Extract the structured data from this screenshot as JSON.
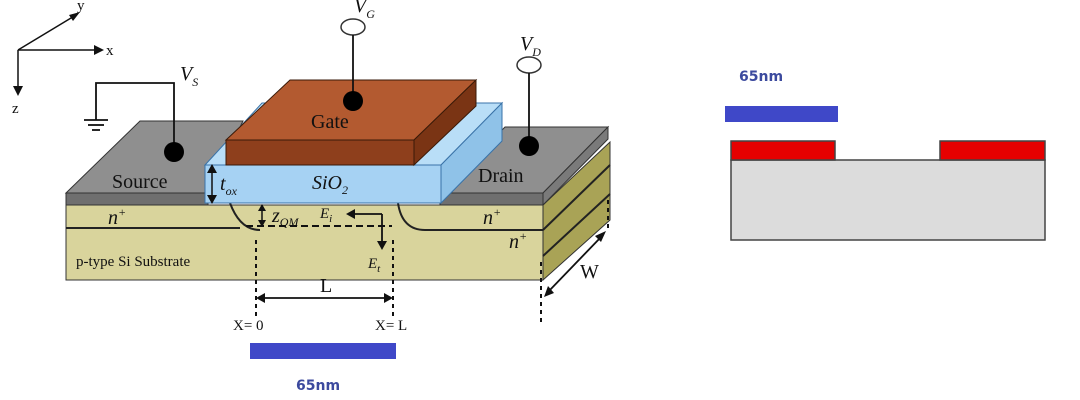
{
  "axes": {
    "x": "x",
    "y": "y",
    "z": "z"
  },
  "terminals": {
    "source_voltage": {
      "symbol": "V",
      "sub": "S"
    },
    "gate_voltage": {
      "symbol": "V",
      "sub": "G"
    },
    "drain_voltage": {
      "symbol": "V",
      "sub": "D"
    }
  },
  "regions": {
    "gate": "Gate",
    "oxide": {
      "main": "SiO",
      "sub": "2"
    },
    "source": "Source",
    "drain": "Drain",
    "substrate": "p-type Si  Substrate",
    "n_plus": {
      "main": "n",
      "sup": "+"
    }
  },
  "dimensions": {
    "tox": {
      "main": "t",
      "sub": "ox"
    },
    "zqm": {
      "main": "z",
      "sub": "QM"
    },
    "ei": {
      "main": "E",
      "sub": "i"
    },
    "et": {
      "main": "E",
      "sub": "t"
    },
    "length": "L",
    "width": "W",
    "x_start": "X= 0",
    "x_end": "X= L"
  },
  "scale_bars": {
    "left": {
      "label": "65nm",
      "color": "#3f48c8"
    },
    "right": {
      "label": "65nm",
      "color": "#3f48c8"
    }
  },
  "colors": {
    "gate": "#a4502b",
    "oxide": "#a8d4f4",
    "contact": "#8e8e8e",
    "substrate": "#d8d39a",
    "pad": "#e60000",
    "block": "#dcdcdc"
  }
}
